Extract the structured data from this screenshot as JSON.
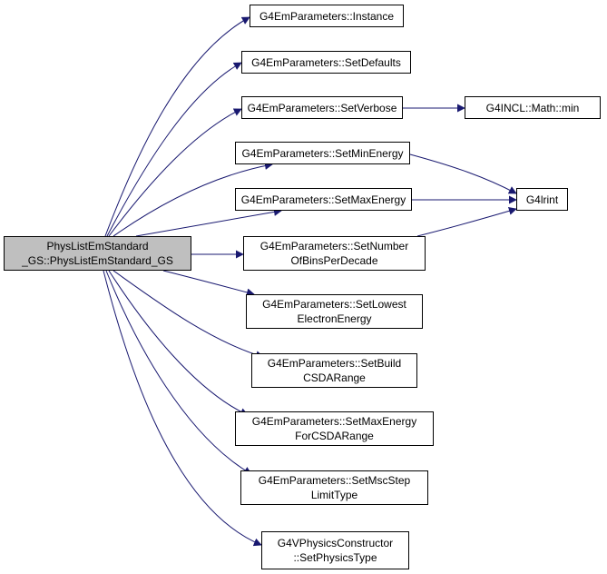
{
  "graph": {
    "root": {
      "label": "PhysListEmStandard\n_GS::PhysListEmStandard_GS"
    },
    "nodes": [
      {
        "id": "instance",
        "label": "G4EmParameters::Instance"
      },
      {
        "id": "setdefaults",
        "label": "G4EmParameters::SetDefaults"
      },
      {
        "id": "setverbose",
        "label": "G4EmParameters::SetVerbose"
      },
      {
        "id": "mathmin",
        "label": "G4INCL::Math::min"
      },
      {
        "id": "setminenergy",
        "label": "G4EmParameters::SetMinEnergy"
      },
      {
        "id": "setmaxenergy",
        "label": "G4EmParameters::SetMaxEnergy"
      },
      {
        "id": "g4lrint",
        "label": "G4lrint"
      },
      {
        "id": "setnumberofbins",
        "label": "G4EmParameters::SetNumber\nOfBinsPerDecade"
      },
      {
        "id": "setlowestelectron",
        "label": "G4EmParameters::SetLowest\nElectronEnergy"
      },
      {
        "id": "setbuildcsda",
        "label": "G4EmParameters::SetBuild\nCSDARange"
      },
      {
        "id": "setmaxenergycsda",
        "label": "G4EmParameters::SetMaxEnergy\nForCSDARange"
      },
      {
        "id": "setmscsteplimit",
        "label": "G4EmParameters::SetMscStep\nLimitType"
      },
      {
        "id": "setphysicstype",
        "label": "G4VPhysicsConstructor\n::SetPhysicsType"
      }
    ],
    "colors": {
      "edge": "#191970",
      "root_fill": "#bfbfbf",
      "node_border": "#000000"
    }
  }
}
